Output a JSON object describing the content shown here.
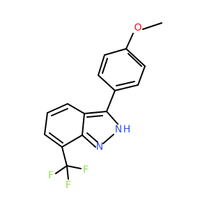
{
  "molecule": {
    "atoms": {
      "oxygen": "O",
      "nh": "H",
      "n_upper": "N",
      "n_lower": "N",
      "f_left": "F",
      "f_right": "F",
      "f_bottom": "F"
    }
  },
  "colors": {
    "bond": "#000000",
    "oxygen": "#ff0d0d",
    "nitrogen": "#3050f8",
    "fluorine": "#90e050"
  }
}
